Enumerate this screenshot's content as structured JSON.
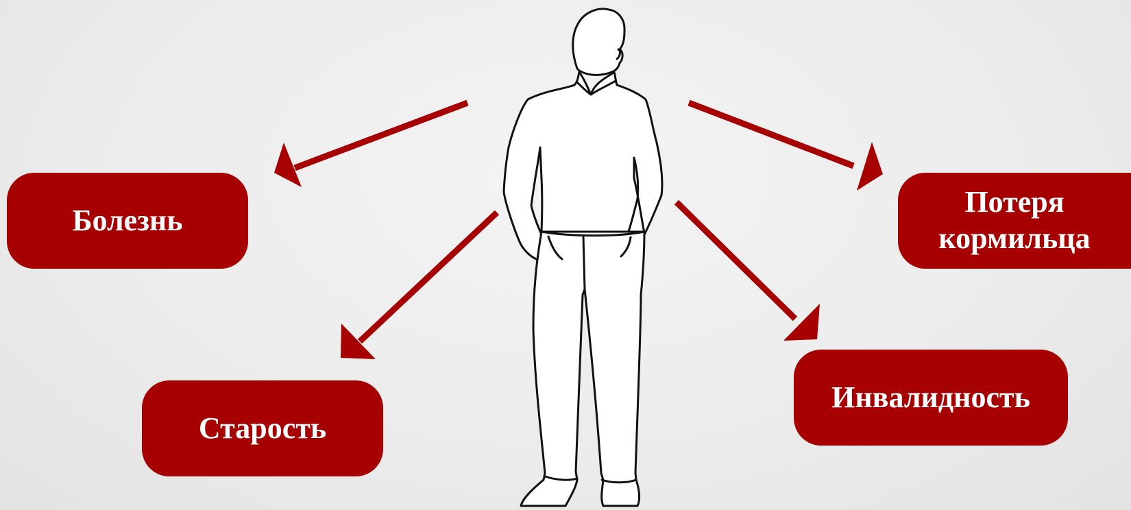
{
  "diagram": {
    "center_figure": "standing-person-outline",
    "accent_color": "#a60000",
    "nodes": [
      {
        "id": "illness",
        "label": "Болезнь"
      },
      {
        "id": "oldage",
        "label": "Старость"
      },
      {
        "id": "breadwinner_loss",
        "label_line1": "Потеря",
        "label_line2": "кормильца"
      },
      {
        "id": "disability",
        "label": "Инвалидность"
      }
    ]
  }
}
